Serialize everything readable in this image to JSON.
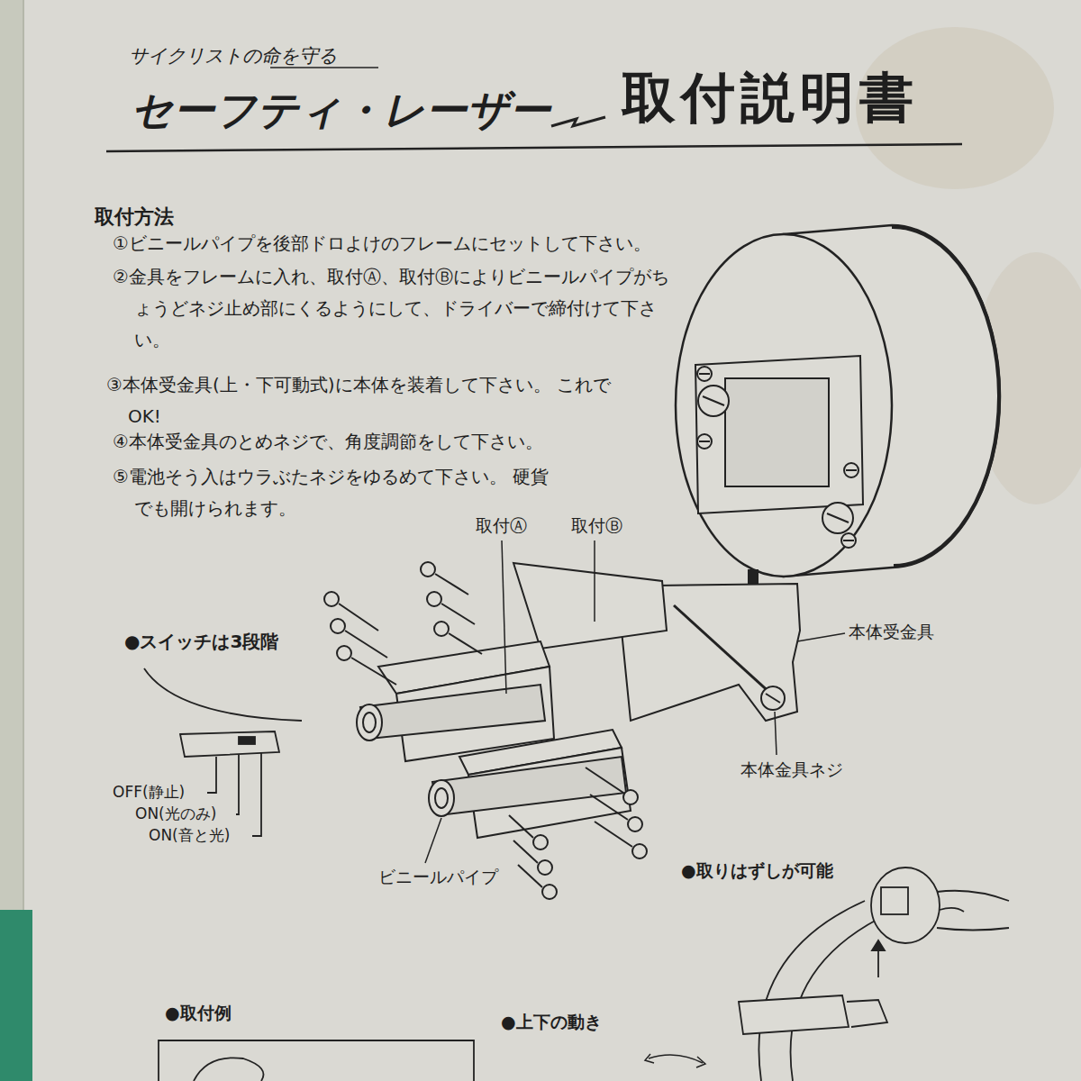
{
  "diagram": {
    "title": "取付説明書",
    "labels": [
      "サイクリストの命を守る",
      "セーフティ・レーザー",
      "取付方法",
      "①ビニールパイプを後部ドロよけのフレームにセットして下さい。",
      "②金具をフレームに入れ、取付Ⓐ、取付Ⓑによりビニールパイプがちょうどネジ止め部にくるようにして、ドライバーで締付けて下さい。",
      "③本体受金具(上・下可動式)に本体を装着して下さい。 これでOK!",
      "④本体受金具のとめネジで、角度調節をして下さい。",
      "⑤電池そう入はウラぶたネジをゆるめて下さい。 硬貨でも開けられます。",
      "取付Ⓐ",
      "取付Ⓑ",
      "本体受金具",
      "本体金具ネジ",
      "ビニールパイプ",
      "●スイッチは3段階",
      "OFF(静止)",
      "ON(光のみ)",
      "ON(音と光)",
      "●取りはずしが可能",
      "●取付例",
      "●上下の動き"
    ]
  }
}
